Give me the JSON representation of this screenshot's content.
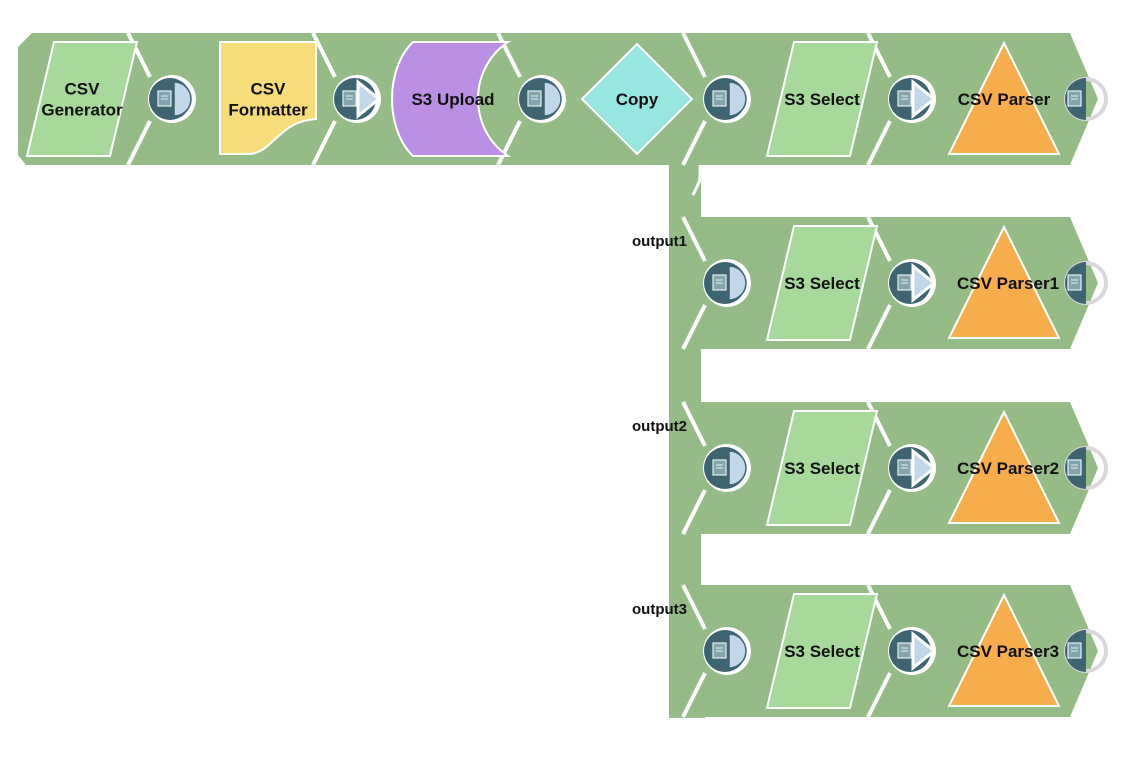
{
  "pipeline": {
    "colors": {
      "band": "#95bb87",
      "separator": "#ffffff",
      "port_dark": "#3d6470",
      "port_light": "#c2d7ea",
      "port_empty": "#d9d9d9",
      "generator": "#a6d99a",
      "formatter": "#f7dc7a",
      "upload": "#bb8fe3",
      "copy": "#97e6e0",
      "select": "#a6d99a",
      "parser": "#f8ad4d"
    },
    "main_row": [
      {
        "id": "csv-generator",
        "label_lines": [
          "CSV",
          "Generator"
        ],
        "shape": "parallelogram",
        "color_key": "generator",
        "output_port": "circle"
      },
      {
        "id": "csv-formatter",
        "label_lines": [
          "CSV",
          "Formatter"
        ],
        "shape": "document",
        "color_key": "formatter",
        "output_port": "arrow"
      },
      {
        "id": "s3-upload",
        "label_lines": [
          "S3 Upload"
        ],
        "shape": "curved",
        "color_key": "upload",
        "output_port": "circle"
      },
      {
        "id": "copy",
        "label_lines": [
          "Copy"
        ],
        "shape": "diamond",
        "color_key": "copy",
        "output_port": "circle"
      },
      {
        "id": "s3-select",
        "label_lines": [
          "S3 Select"
        ],
        "shape": "parallelogram",
        "color_key": "select",
        "output_port": "arrow"
      },
      {
        "id": "csv-parser",
        "label_lines": [
          "CSV Parser"
        ],
        "shape": "triangle",
        "color_key": "parser",
        "output_port": "open"
      }
    ],
    "branches": [
      {
        "output_label": "output1",
        "snaps": [
          {
            "id": "s3-select-1",
            "label_lines": [
              "S3 Select"
            ],
            "shape": "parallelogram",
            "color_key": "select",
            "output_port": "arrow"
          },
          {
            "id": "csv-parser-1",
            "label_lines": [
              "CSV Parser1"
            ],
            "shape": "triangle",
            "color_key": "parser",
            "output_port": "open"
          }
        ]
      },
      {
        "output_label": "output2",
        "snaps": [
          {
            "id": "s3-select-2",
            "label_lines": [
              "S3 Select"
            ],
            "shape": "parallelogram",
            "color_key": "select",
            "output_port": "arrow"
          },
          {
            "id": "csv-parser-2",
            "label_lines": [
              "CSV Parser2"
            ],
            "shape": "triangle",
            "color_key": "parser",
            "output_port": "open"
          }
        ]
      },
      {
        "output_label": "output3",
        "snaps": [
          {
            "id": "s3-select-3",
            "label_lines": [
              "S3 Select"
            ],
            "shape": "parallelogram",
            "color_key": "select",
            "output_port": "arrow"
          },
          {
            "id": "csv-parser-3",
            "label_lines": [
              "CSV Parser3"
            ],
            "shape": "triangle",
            "color_key": "parser",
            "output_port": "open"
          }
        ]
      }
    ]
  }
}
